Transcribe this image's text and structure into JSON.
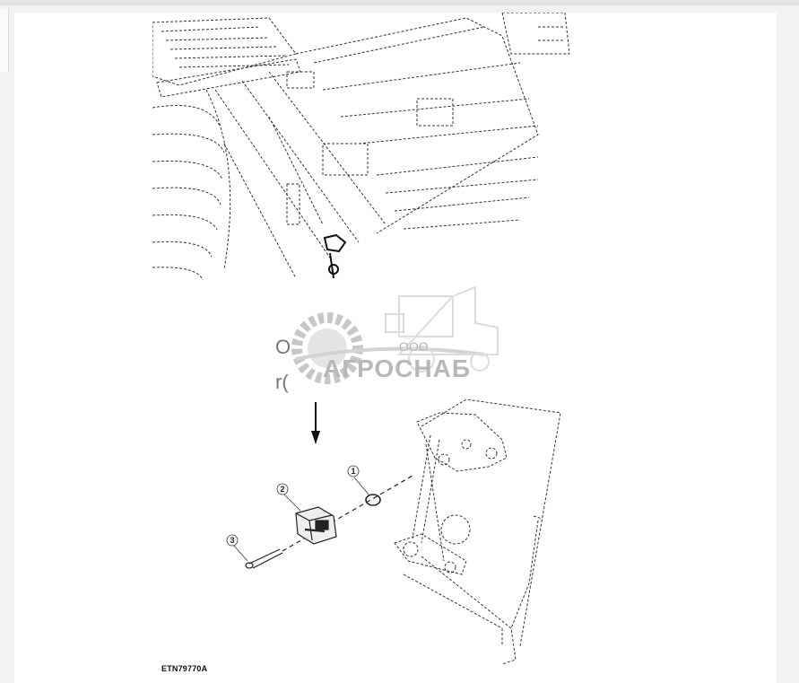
{
  "figure": {
    "code": "ETN79770A",
    "callouts": [
      "1",
      "2",
      "3"
    ]
  },
  "watermark": {
    "company": "АГРОСНАБ",
    "prefix": "ООО",
    "color": "#b8b8b8"
  },
  "fragments": {
    "line1": "O",
    "line2": "r("
  }
}
